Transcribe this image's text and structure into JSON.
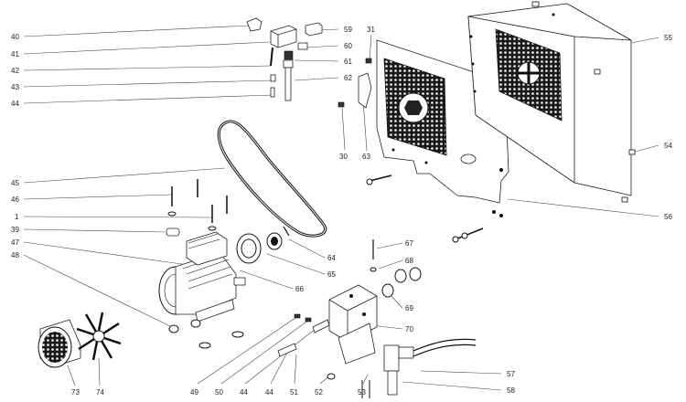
{
  "callouts": [
    {
      "id": "c40",
      "text": "40"
    },
    {
      "id": "c41",
      "text": "41"
    },
    {
      "id": "c42",
      "text": "42"
    },
    {
      "id": "c43",
      "text": "43"
    },
    {
      "id": "c44a",
      "text": "44"
    },
    {
      "id": "c59",
      "text": "59"
    },
    {
      "id": "c60",
      "text": "60"
    },
    {
      "id": "c61",
      "text": "61"
    },
    {
      "id": "c62",
      "text": "62"
    },
    {
      "id": "c31",
      "text": "31"
    },
    {
      "id": "c30",
      "text": "30"
    },
    {
      "id": "c63",
      "text": "63"
    },
    {
      "id": "c55",
      "text": "55"
    },
    {
      "id": "c54",
      "text": "54"
    },
    {
      "id": "c56",
      "text": "56"
    },
    {
      "id": "c45",
      "text": "45"
    },
    {
      "id": "c46",
      "text": "46"
    },
    {
      "id": "c1",
      "text": "1"
    },
    {
      "id": "c39",
      "text": "39"
    },
    {
      "id": "c47",
      "text": "47"
    },
    {
      "id": "c48",
      "text": "48"
    },
    {
      "id": "c64",
      "text": "64"
    },
    {
      "id": "c65",
      "text": "65"
    },
    {
      "id": "c66",
      "text": "66"
    },
    {
      "id": "c67",
      "text": "67"
    },
    {
      "id": "c68",
      "text": "68"
    },
    {
      "id": "c69",
      "text": "69"
    },
    {
      "id": "c70",
      "text": "70"
    },
    {
      "id": "c73",
      "text": "73"
    },
    {
      "id": "c74",
      "text": "74"
    },
    {
      "id": "c49",
      "text": "49"
    },
    {
      "id": "c50",
      "text": "50"
    },
    {
      "id": "c44b",
      "text": "44"
    },
    {
      "id": "c44c",
      "text": "44"
    },
    {
      "id": "c51",
      "text": "51"
    },
    {
      "id": "c52",
      "text": "52"
    },
    {
      "id": "c53",
      "text": "53"
    },
    {
      "id": "c57",
      "text": "57"
    },
    {
      "id": "c58",
      "text": "58"
    }
  ]
}
